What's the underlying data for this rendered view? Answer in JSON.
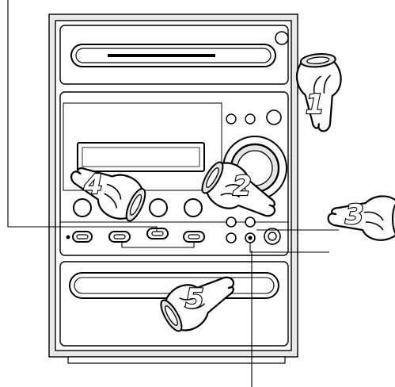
{
  "figure": {
    "subject": "stereo-system-front-panel",
    "callouts": [
      {
        "id": "1",
        "label": "1"
      },
      {
        "id": "2",
        "label": "2"
      },
      {
        "id": "3",
        "label": "3"
      },
      {
        "id": "4",
        "label": "4"
      },
      {
        "id": "5",
        "label": "5"
      }
    ]
  },
  "colors": {
    "line": "#000000",
    "fill": "#ffffff",
    "shade": "#e6e6e6",
    "lcd": "#ffffff"
  }
}
